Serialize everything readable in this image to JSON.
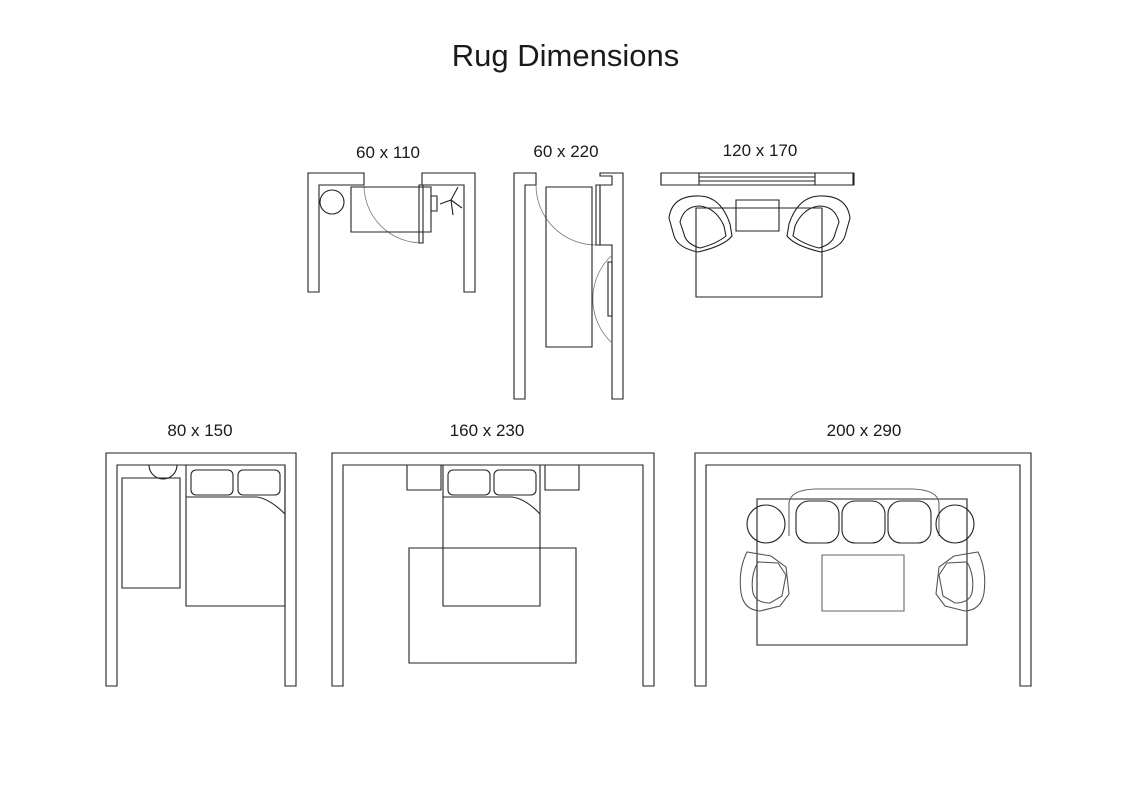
{
  "title": "Rug Dimensions",
  "plans": [
    {
      "label": "60 x 110"
    },
    {
      "label": "60 x 220"
    },
    {
      "label": "120 x 170"
    },
    {
      "label": "80 x 150"
    },
    {
      "label": "160 x 230"
    },
    {
      "label": "200 x 290"
    }
  ]
}
